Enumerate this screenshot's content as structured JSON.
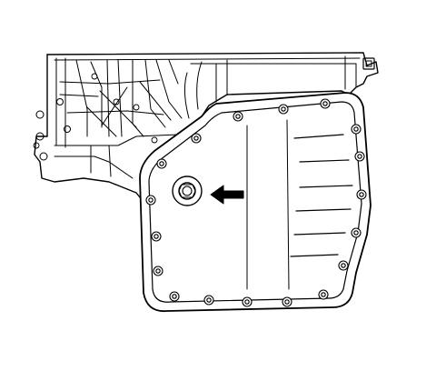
{
  "diagram": {
    "subject": "transmission-oil-pan-underside",
    "callouts": [
      {
        "id": "drain-plug-arrow",
        "icon": "arrow-left-icon",
        "target": "drain-plug"
      }
    ],
    "colors": {
      "line": "#000000",
      "background": "#ffffff"
    }
  }
}
